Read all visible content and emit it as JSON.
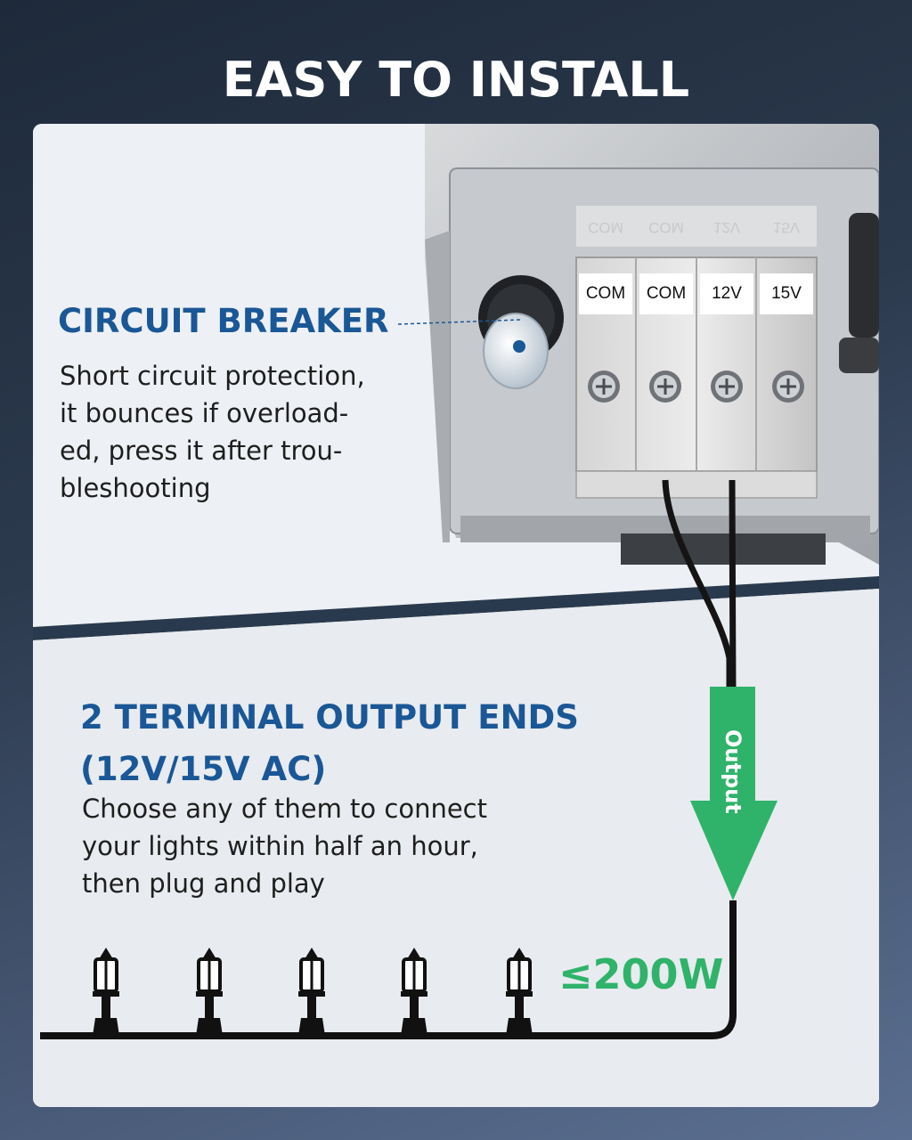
{
  "title": "EASY TO INSTALL",
  "breaker": {
    "heading": "CIRCUIT BREAKER",
    "lines": [
      "Short circuit protection,",
      "it bounces if overload-",
      "ed, press it after trou-",
      "bleshooting"
    ]
  },
  "terminals": {
    "labels": [
      "COM",
      "COM",
      "12V",
      "15V"
    ],
    "ghost_labels": [
      "COM",
      "COM",
      "12V",
      "15V"
    ]
  },
  "output": {
    "heading_line1": "2 TERMINAL OUTPUT ENDS",
    "heading_line2": "(12V/15V AC)",
    "lines": [
      "Choose any of them to connect",
      "your lights within half an hour,",
      "then plug and play"
    ],
    "arrow_label": "Output",
    "arrow_color": "#2fb36a",
    "power": "≤200W"
  },
  "colors": {
    "heading": "#1a5796",
    "accent_green": "#2fb36a"
  }
}
